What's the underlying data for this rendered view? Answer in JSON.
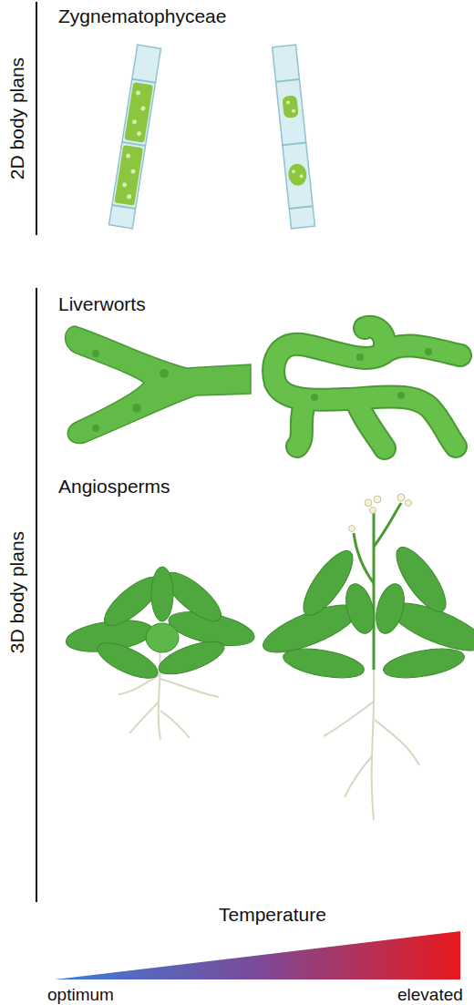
{
  "diagram": {
    "labels": [
      "2D body plans",
      "Zygnematophyceae",
      "3D body plans",
      "Liverworts",
      "Angiosperms",
      "Temperature",
      "optimum",
      "elevated"
    ]
  }
}
